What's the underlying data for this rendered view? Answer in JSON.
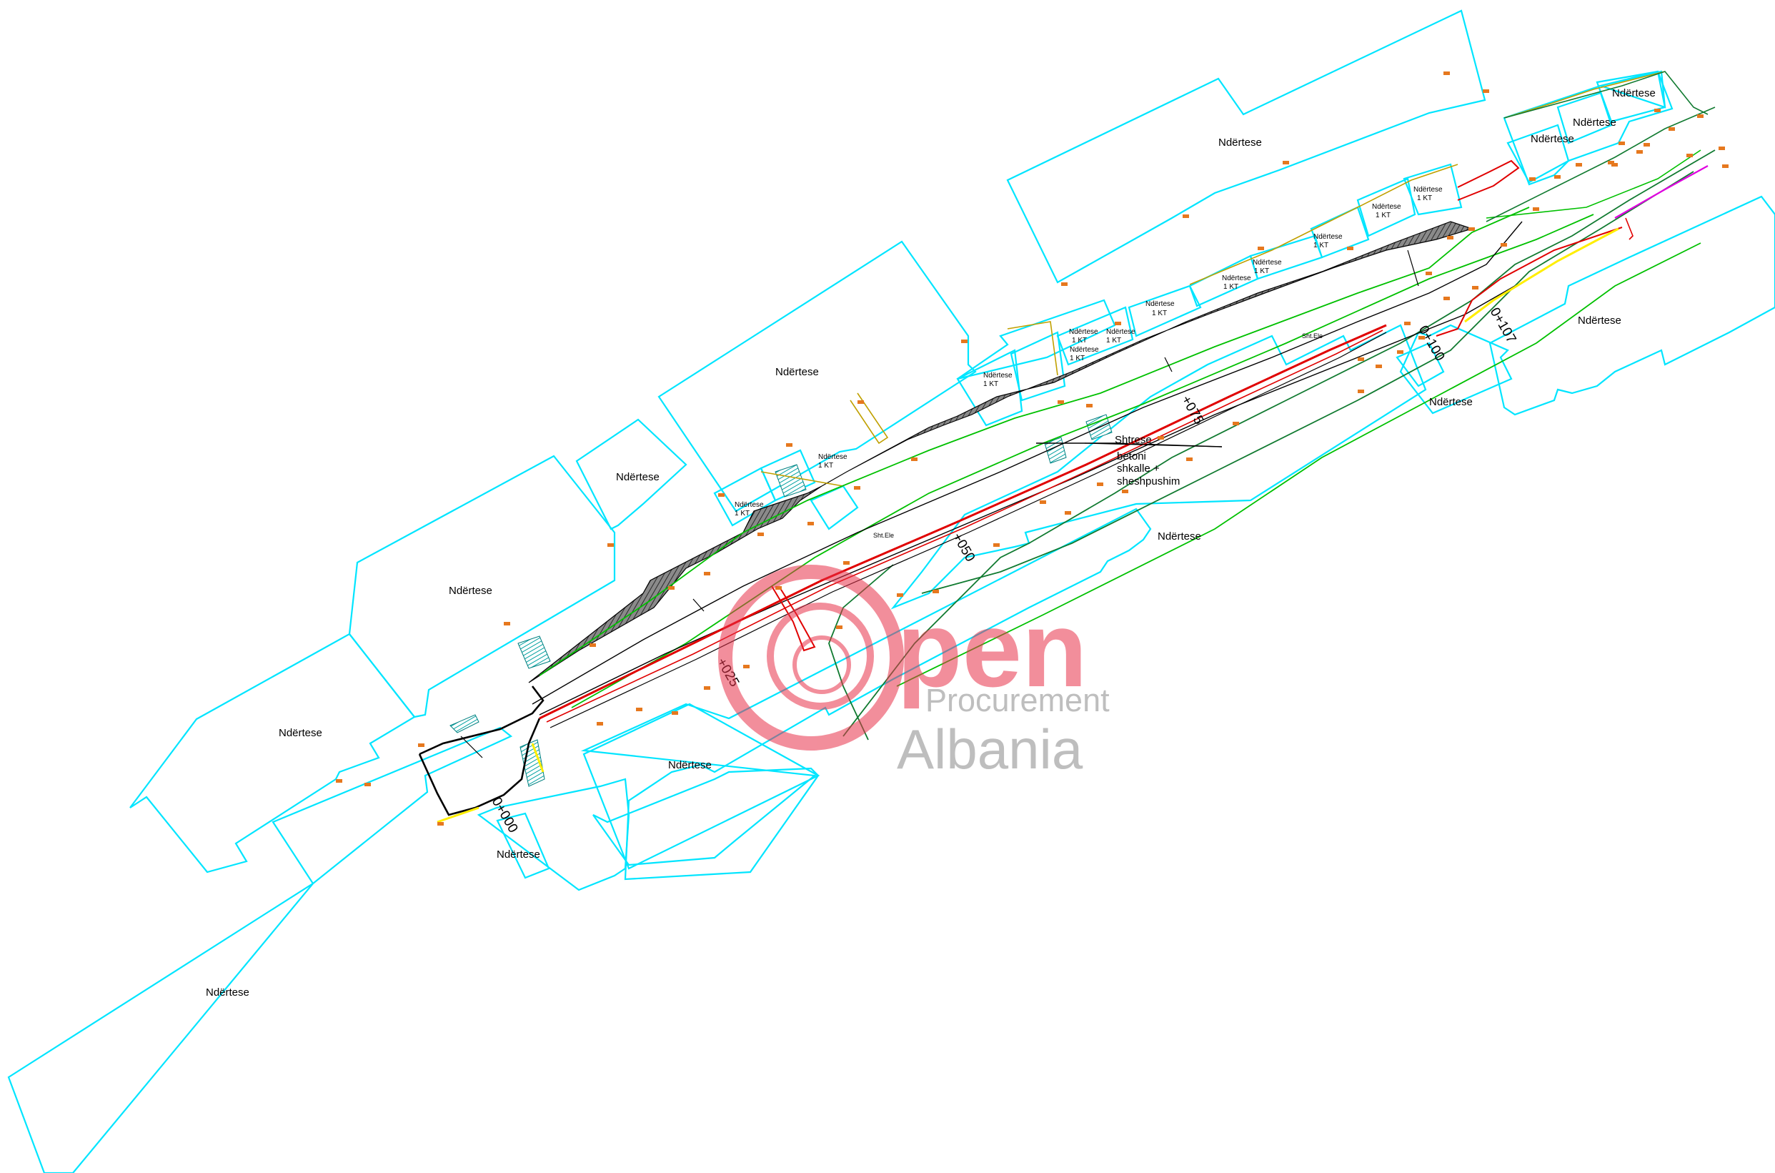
{
  "buildings": {
    "label": "Ndërtese",
    "label_1kt_line2": "1 KT"
  },
  "chainage": {
    "c0": "0+000",
    "c25": "+025",
    "c50": "+050",
    "c75": "+075",
    "c100": "0+100",
    "c107": "0+107"
  },
  "annotation": {
    "line1": "Shtrese",
    "line2": "betoni",
    "line3": "shkalle +",
    "line4": "sheshpushim"
  },
  "utility_tag": "Sht.Ele",
  "watermark": {
    "word1": "pen",
    "word2": "Procurement",
    "word3": "Albania"
  },
  "colors": {
    "building_outline": "#00e5ff",
    "road_main": "#e00000",
    "road_edge": "#000000",
    "green_line": "#00c000",
    "dark_green_line": "#107a30",
    "yellow_line": "#ffee00",
    "magenta_line": "#e000e0",
    "hatch": "#555555",
    "watermark_red": "#e8324a",
    "watermark_gray": "#909090"
  }
}
